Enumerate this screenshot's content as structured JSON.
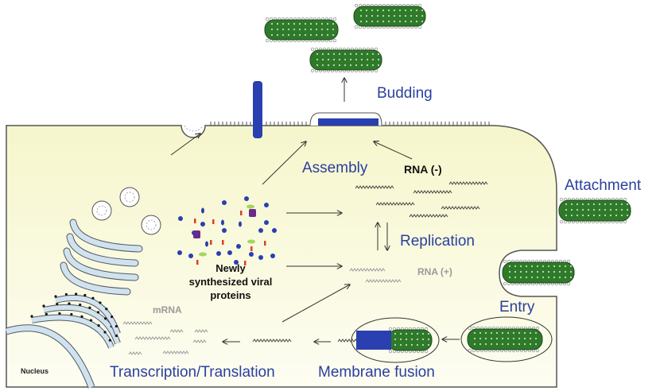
{
  "labels": {
    "budding": "Budding",
    "assembly": "Assembly",
    "rna_minus": "RNA (-)",
    "attachment": "Attachment",
    "replication": "Replication",
    "rna_plus": "RNA (+)",
    "entry": "Entry",
    "membrane_fusion": "Membrane fusion",
    "transcription_translation": "Transcription/Translation",
    "mrna": "mRNA",
    "newly_line1": "Newly",
    "newly_line2": "synthesized viral",
    "newly_line3": "proteins",
    "nucleus": "Nucleus"
  },
  "colors": {
    "cytoplasm": "#fbfbe0",
    "virus_green": "#2f7a2a",
    "nucleocapsid_blue": "#2a3fb0",
    "organelle_blue": "#cfe3ee",
    "label_blue": "#2b3f9e"
  }
}
